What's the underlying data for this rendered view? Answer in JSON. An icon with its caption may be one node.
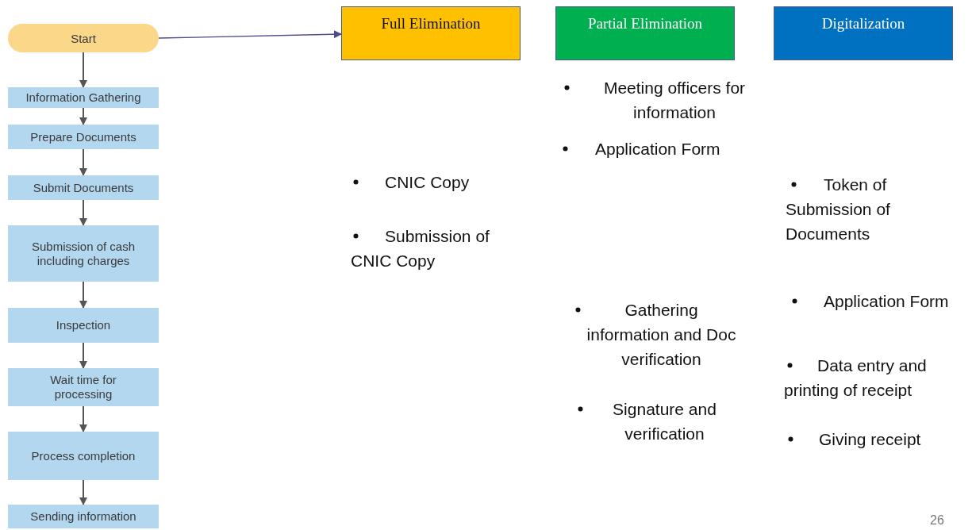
{
  "diagram": {
    "nodes": [
      {
        "text": [
          "Start"
        ]
      },
      {
        "text": [
          "Information Gathering"
        ]
      },
      {
        "text": [
          "Prepare Documents"
        ]
      },
      {
        "text": [
          "Submit Documents"
        ]
      },
      {
        "text": [
          "Submission of cash including charges"
        ]
      },
      {
        "text": [
          "Inspection"
        ]
      },
      {
        "text": [
          "Wait time for processing"
        ]
      },
      {
        "text": [
          "Process completion"
        ]
      },
      {
        "text": [
          "Sending information"
        ]
      },
      {
        "text": [
          "Full Elimination"
        ]
      },
      {
        "text": [
          "Partial Elimination"
        ]
      },
      {
        "text": [
          "Digitalization"
        ]
      }
    ],
    "edges": [
      {
        "from": 0,
        "to": 1,
        "arrow": "to"
      },
      {
        "from": 1,
        "to": 2,
        "arrow": "to"
      },
      {
        "from": 2,
        "to": 3,
        "arrow": "to"
      },
      {
        "from": 3,
        "to": 4,
        "arrow": "to"
      },
      {
        "from": 4,
        "to": 5,
        "arrow": "to"
      },
      {
        "from": 5,
        "to": 6,
        "arrow": "to"
      },
      {
        "from": 6,
        "to": 7,
        "arrow": "to"
      },
      {
        "from": 7,
        "to": 8,
        "arrow": "to"
      },
      {
        "from": 0,
        "to": 9,
        "arrow": "to",
        "color": "#4a4a8c"
      }
    ],
    "labels": [
      "Meeting officers for information",
      "Application Form",
      "CNIC Copy",
      "Token of Submission of Documents",
      "Submission of CNIC Copy",
      "Application Form",
      "Gathering information and Doc verification",
      "Data entry and printing of receipt",
      "Signature and verification",
      "Giving receipt",
      "26"
    ]
  }
}
